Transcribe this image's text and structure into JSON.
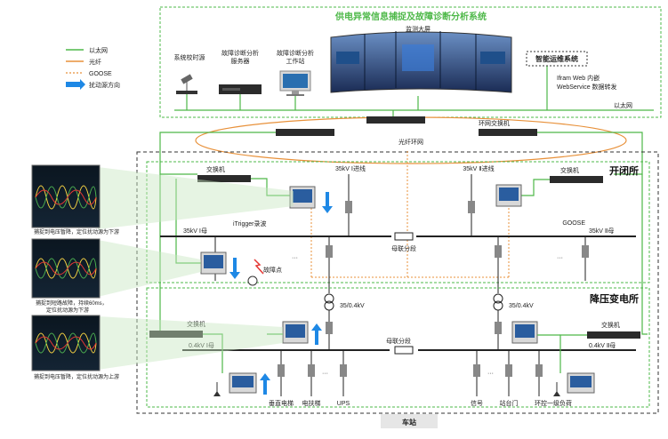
{
  "title": "供电异常信息捕捉及故障诊断分析系统",
  "legend": {
    "ethernet": "以太网",
    "fiber": "光纤",
    "goose": "GOOSE",
    "direction": "扰动源方向"
  },
  "top": {
    "time_source": "系统校时源",
    "fault_server_1": "故障诊断分析",
    "fault_server_2": "服务器",
    "workstation_1": "故障诊断分析",
    "workstation_2": "工作站",
    "big_screen": "监测大屏",
    "ops_system": "智能运维系统",
    "iframe": "Ifram Web 内嵌",
    "webservice": "WebService 数据转发",
    "ethernet": "以太网"
  },
  "ring": {
    "switch": "环网交换机",
    "fiber_ring": "光纤环网"
  },
  "kaibi": {
    "title": "开闭所",
    "switch_left": "交换机",
    "switch_right": "交换机",
    "line_1": "35kV Ⅰ进线",
    "line_2": "35kV Ⅱ进线",
    "itrigger": "iTrigger录波",
    "goose": "GOOSE",
    "bus_1": "35kV Ⅰ母",
    "bus_2": "35kV Ⅱ母",
    "bus_tie": "母联分段",
    "fault_point": "故障点",
    "dots": "···"
  },
  "jiangya": {
    "title": "降压变电所",
    "switch_left": "交换机",
    "switch_right": "交换机",
    "tr_1": "35/0.4kV",
    "tr_2": "35/0.4kV",
    "bus_1": "0.4kV Ⅰ母",
    "bus_2": "0.4kV Ⅱ母",
    "bus_tie": "母联分段",
    "dots": "···"
  },
  "loads": {
    "elevator": "垂直电梯",
    "escalator": "电扶梯",
    "ups": "UPS",
    "signal": "信号",
    "platform_door": "站台门",
    "loop_load": "环控一级负荷"
  },
  "station": "车站",
  "captions": {
    "c1": "捕捉到电压暂降，定位扰动源为下游",
    "c2a": "捕捉到短路故障，持续60ms，",
    "c2b": "定位扰动源为下游",
    "c3": "捕捉到电压暂降，定位扰动源为上游"
  },
  "colors": {
    "ethernet": "#4db848",
    "fiber": "#e8913a",
    "goose": "#e8913a",
    "arrow": "#1e88e5",
    "bus": "#222222"
  }
}
